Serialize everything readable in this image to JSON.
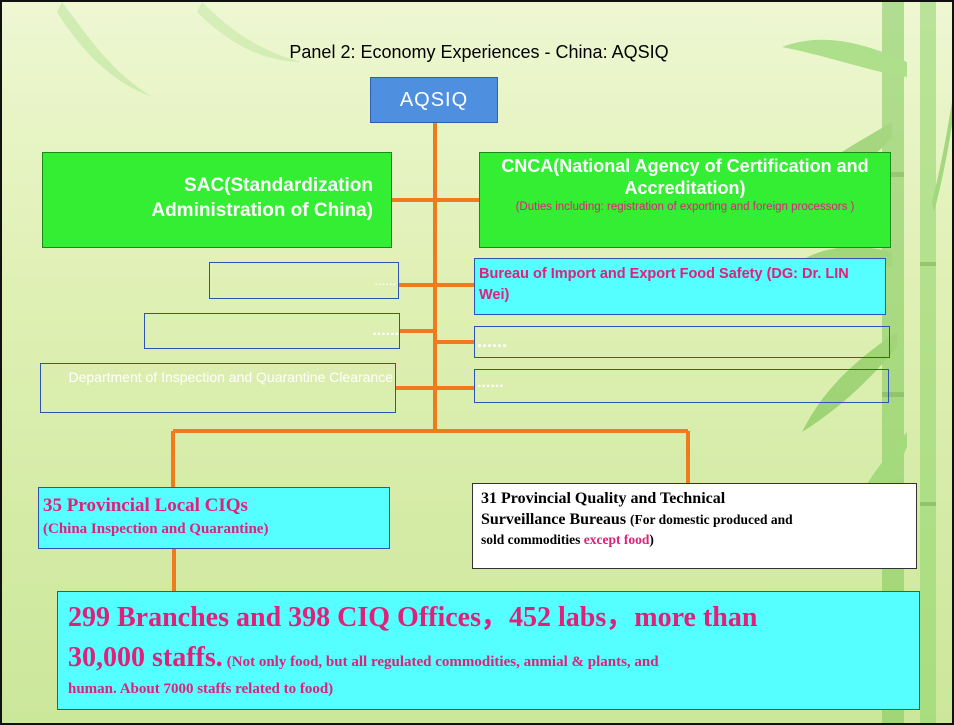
{
  "slide": {
    "title": "Panel 2: Economy Experiences - China: AQSIQ"
  },
  "root": {
    "label": "AQSIQ"
  },
  "sac": {
    "label": "SAC(Standardization Administration of China)"
  },
  "cnca": {
    "label": "CNCA(National Agency of Certification and Accreditation)",
    "note": "(Duties including: registration of exporting and foreign processors )"
  },
  "left_boxes": {
    "box1": "......",
    "box2": "......",
    "box3": "Department of Inspection and Quarantine Clearance"
  },
  "right_boxes": {
    "bureau": "Bureau of Import and Export Food Safety (DG: Dr. LIN Wei)",
    "box2": "......",
    "box3": "......"
  },
  "ciq": {
    "line1": "35 Provincial Local CIQs",
    "line2": "(China Inspection and Quarantine)"
  },
  "provincial": {
    "line1": "31 Provincial Quality and Technical",
    "line2_main": "Surveillance Bureaus",
    "line2_sub": "(For domestic produced and",
    "line3_a": "sold commodities",
    "line3_except": "except food",
    "line3_close": ")"
  },
  "branches": {
    "line1": "299 Branches and 398 CIQ Offices，452 labs，more than",
    "line2_big": "30,000 staffs.",
    "line2_small": "(Not only food, but all regulated commodities, anmial & plants, and",
    "line3": "human. About 7000 staffs related to food)"
  },
  "colors": {
    "connector": "#f07a1e",
    "green_box": "#33ee33",
    "cyan_box": "#55ffff",
    "root_box": "#4f8fe0",
    "highlight_text": "#e0207a"
  }
}
